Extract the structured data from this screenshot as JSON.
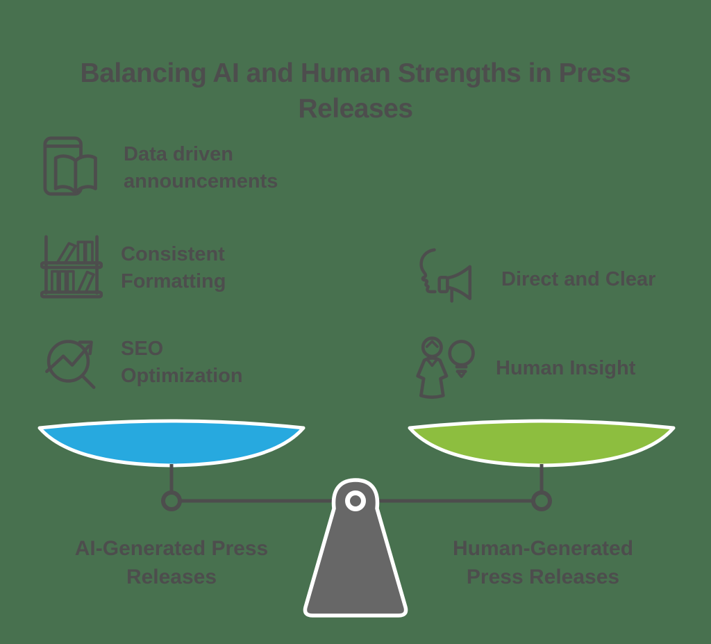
{
  "title": "Balancing AI and Human Strengths in Press\nReleases",
  "left_features": [
    {
      "icon": "device-open-book-icon",
      "label": "Data driven\nannouncements"
    },
    {
      "icon": "bookshelf-icon",
      "label": "Consistent\nFormatting"
    },
    {
      "icon": "seo-magnifier-icon",
      "label": "SEO\nOptimization"
    }
  ],
  "right_features": [
    {
      "icon": "face-megaphone-icon",
      "label": "Direct and Clear"
    },
    {
      "icon": "person-lightbulb-icon",
      "label": "Human Insight"
    }
  ],
  "scale": {
    "left_pan_label": "AI-Generated Press\nReleases",
    "right_pan_label": "Human-Generated\nPress Releases"
  },
  "colors": {
    "background": "#48714F",
    "text": "#4D4D4D",
    "ai_pan": "#27A9DF",
    "human_pan": "#8DBE3F",
    "fulcrum": "#676767",
    "outline": "#FFFFFF"
  }
}
